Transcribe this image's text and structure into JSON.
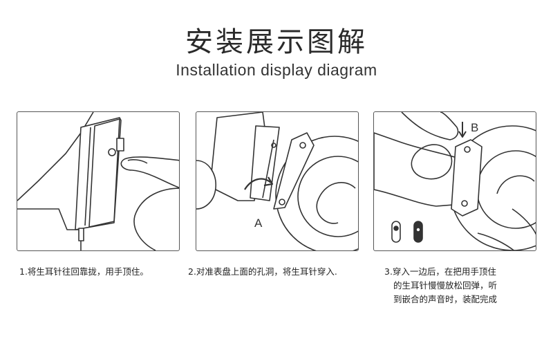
{
  "header": {
    "title_cn": "安装展示图解",
    "title_en": "Installation display diagram"
  },
  "panels": [
    {
      "id": "step-1",
      "marker": ""
    },
    {
      "id": "step-2",
      "marker": "A"
    },
    {
      "id": "step-3",
      "marker": "B"
    }
  ],
  "captions": {
    "step1": "1.将生耳针往回靠拢，用手顶住。",
    "step2": "2.对准表盘上面的孔洞，将生耳针穿入.",
    "step3": {
      "line1": "3.穿入一边后，在把用手顶住",
      "line2": "的生耳针慢慢放松回弹，听",
      "line3": "到嵌合的声音时，装配完成"
    }
  }
}
